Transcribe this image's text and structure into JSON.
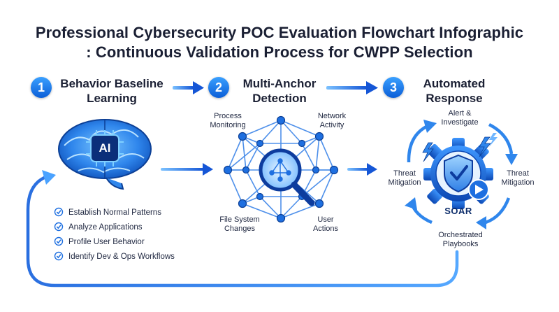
{
  "title": {
    "line1": "Professional Cybersecurity POC Evaluation Flowchart Infographic",
    "line2": ": Continuous Validation Process for CWPP Selection"
  },
  "steps": [
    {
      "number": "1",
      "label_line1": "Behavior Baseline",
      "label_line2": "Learning"
    },
    {
      "number": "2",
      "label_line1": "Multi-Anchor",
      "label_line2": "Detection"
    },
    {
      "number": "3",
      "label_line1": "Automated",
      "label_line2": "Response"
    }
  ],
  "step1": {
    "brain_badge": "AI",
    "checklist": [
      "Establish Normal Patterns",
      "Analyze Applications",
      "Profile User Behavior",
      "Identify Dev & Ops Workflows"
    ]
  },
  "step2": {
    "anchors": {
      "process_line1": "Process",
      "process_line2": "Monitoring",
      "network_line1": "Network",
      "network_line2": "Activity",
      "files_line1": "File System",
      "files_line2": "Changes",
      "user_line1": "User",
      "user_line2": "Actions"
    }
  },
  "step3": {
    "center_label": "SOAR",
    "cycle": {
      "alert_line1": "Alert &",
      "alert_line2": "Investigate",
      "left_line1": "Threat",
      "left_line2": "Mitigation",
      "right_line1": "Threat",
      "right_line2": "Mitigation",
      "playbooks_line1": "Orchestrated",
      "playbooks_line2": "Playbooks"
    }
  },
  "colors": {
    "primary": "#1e6fe0",
    "dark": "#0d3c9e",
    "light": "#6fb6ff",
    "text": "#1a1f33"
  },
  "icons": [
    "ai-brain-icon",
    "detection-network-icon",
    "magnifier-icon",
    "soar-gear-shield-icon",
    "lightning-icon",
    "play-icon",
    "check-circle-icon",
    "arrow-right-icon"
  ]
}
